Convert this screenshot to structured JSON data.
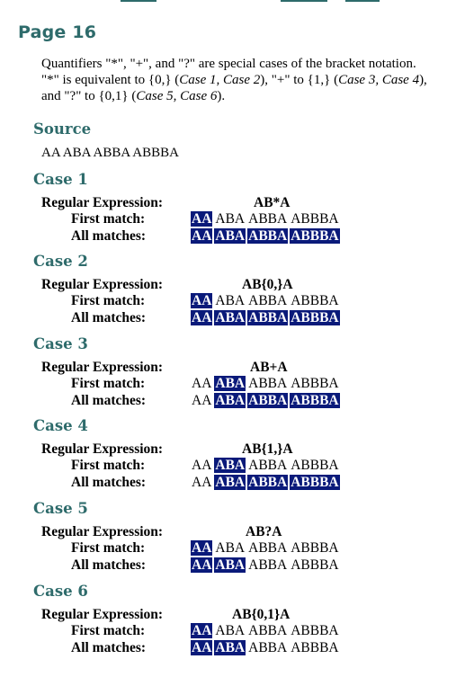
{
  "page_title": "Page 16",
  "intro": {
    "t1": "Quantifiers \"*\", \"+\", and \"?\" are special cases of the bracket notation. \"*\" is equivalent to {0,} (",
    "c1": "Case 1, Case 2",
    "t2": "), \"+\" to {1,} (",
    "c2": "Case 3, Case 4",
    "t3": "), and \"?\" to {0,1} (",
    "c3": "Case 5, Case 6",
    "t4": ")."
  },
  "source": {
    "heading": "Source",
    "text": "AA ABA ABBA ABBBA"
  },
  "labels": {
    "regex": "Regular Expression:",
    "first": "First match:",
    "all": "All matches:"
  },
  "tokens": [
    "AA",
    "ABA",
    "ABBA",
    "ABBBA"
  ],
  "colors": {
    "heading": "#2e6b6b",
    "highlight_bg": "#0a1a7a",
    "highlight_fg": "#ffffff"
  },
  "cases": [
    {
      "heading": "Case 1",
      "regex": "AB*A",
      "first_match": [
        1,
        0,
        0,
        0
      ],
      "all_matches": [
        1,
        1,
        1,
        1
      ]
    },
    {
      "heading": "Case 2",
      "regex": "AB{0,}A",
      "first_match": [
        1,
        0,
        0,
        0
      ],
      "all_matches": [
        1,
        1,
        1,
        1
      ]
    },
    {
      "heading": "Case 3",
      "regex": "AB+A",
      "first_match": [
        0,
        1,
        0,
        0
      ],
      "all_matches": [
        0,
        1,
        1,
        1
      ]
    },
    {
      "heading": "Case 4",
      "regex": "AB{1,}A",
      "first_match": [
        0,
        1,
        0,
        0
      ],
      "all_matches": [
        0,
        1,
        1,
        1
      ]
    },
    {
      "heading": "Case 5",
      "regex": "AB?A",
      "first_match": [
        1,
        0,
        0,
        0
      ],
      "all_matches": [
        1,
        1,
        0,
        0
      ]
    },
    {
      "heading": "Case 6",
      "regex": "AB{0,1}A",
      "first_match": [
        1,
        0,
        0,
        0
      ],
      "all_matches": [
        1,
        1,
        0,
        0
      ]
    }
  ]
}
